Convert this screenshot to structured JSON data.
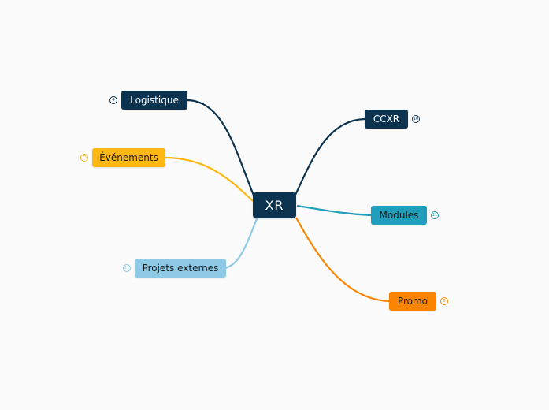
{
  "mindmap": {
    "root": {
      "label": "XR",
      "color": "#0b3350",
      "text_color": "#ffffff"
    },
    "branches": [
      {
        "key": "logistique",
        "label": "Logistique",
        "badge": "4",
        "color": "#0b3350",
        "line_color": "#0b3350",
        "text_color": "#ffffff"
      },
      {
        "key": "evenements",
        "label": "Événements",
        "badge": "23",
        "color": "#fdb813",
        "line_color": "#fdb813",
        "text_color": "#1a1a1a"
      },
      {
        "key": "projets-externes",
        "label": "Projets externes",
        "badge": "11",
        "color": "#8ecae6",
        "line_color": "#8ecae6",
        "text_color": "#1a1a1a"
      },
      {
        "key": "ccxr",
        "label": "CCXR",
        "badge": "10",
        "color": "#0b3350",
        "line_color": "#0b3350",
        "text_color": "#ffffff"
      },
      {
        "key": "modules",
        "label": "Modules",
        "badge": "11",
        "color": "#219ebc",
        "line_color": "#219ebc",
        "text_color": "#1a1a1a"
      },
      {
        "key": "promo",
        "label": "Promo",
        "badge": "6",
        "color": "#fb8500",
        "line_color": "#fb8500",
        "text_color": "#1a1a1a"
      }
    ]
  }
}
